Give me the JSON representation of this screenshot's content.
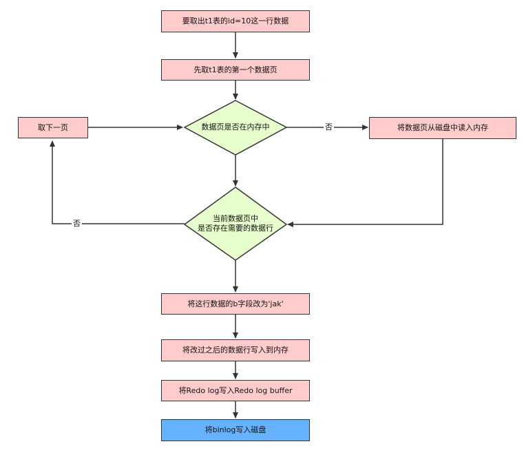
{
  "diagram": {
    "steps": {
      "fetch_row": "要取出t1表的id=10这一行数据",
      "first_page": "先取t1表的第一个数据页",
      "next_page": "取下一页",
      "load_page": "将数据页从磁盘中读入内存",
      "modify_field": "将这行数据的b字段改为'jak'",
      "write_memory": "将改过之后的数据行写入到内存",
      "write_redo": "将Redo log写入Redo log buffer",
      "write_binlog": "将binlog写入磁盘"
    },
    "decisions": {
      "page_in_memory": "数据页是否在内存中",
      "row_in_page_line1": "当前数据页中",
      "row_in_page_line2": "是否存在需要的数据行"
    },
    "edge_labels": {
      "no_right": "否",
      "no_left": "否"
    },
    "colors": {
      "process_fill": "#ffcccc",
      "decision_fill": "#e6ffcc",
      "final_fill": "#66b2ff",
      "stroke": "#333333"
    }
  }
}
